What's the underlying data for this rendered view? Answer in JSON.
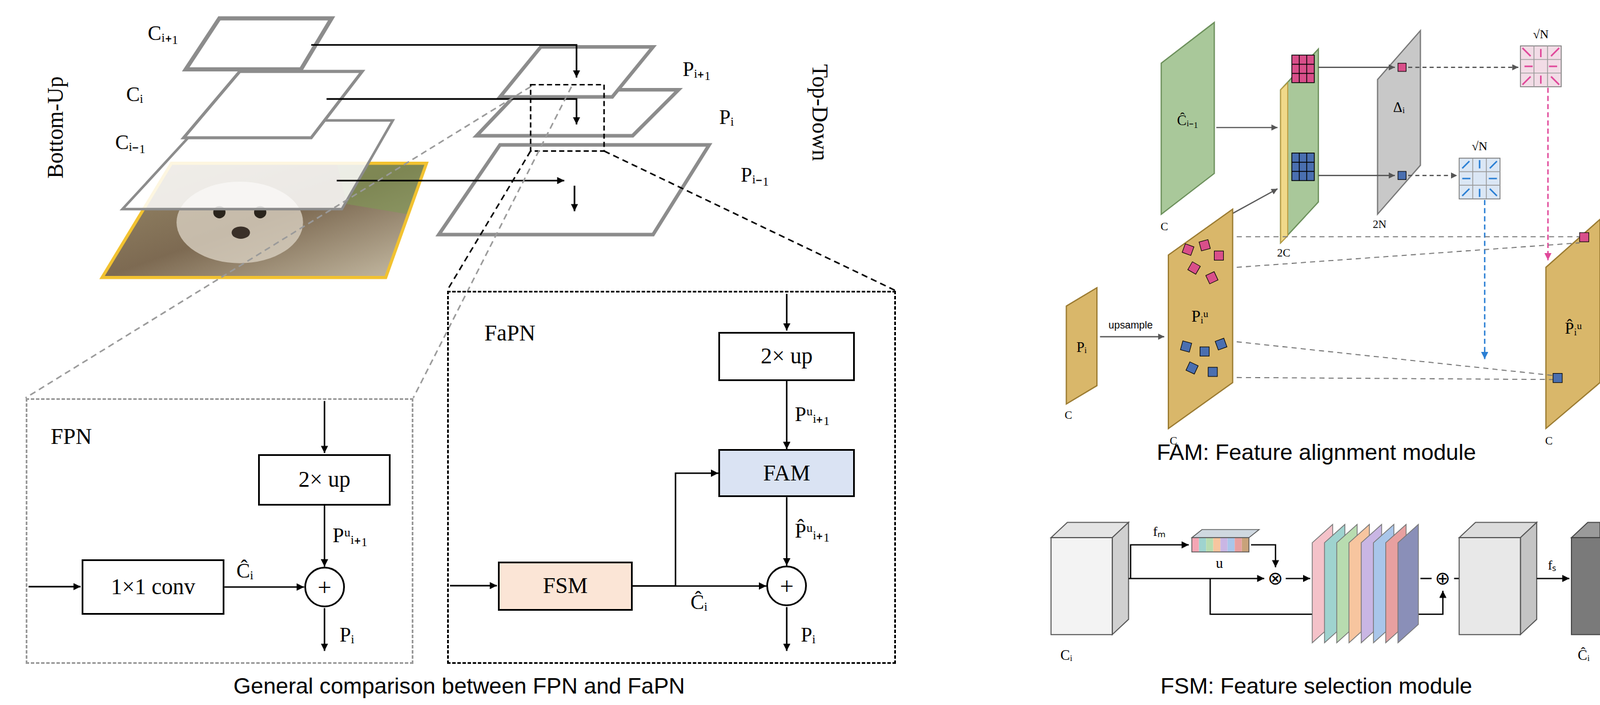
{
  "diagram": {
    "nodes": [
      {
        "text": [
          "FPN"
        ]
      },
      {
        "text": [
          "2× up"
        ],
        "in": 0
      },
      {
        "text": [
          "1×1 conv"
        ],
        "in": 0
      },
      {
        "text": [
          "+"
        ],
        "in": 0
      },
      {
        "text": [
          "FaPN"
        ]
      },
      {
        "text": [
          "2× up"
        ],
        "in": 4
      },
      {
        "text": [
          "FAM"
        ],
        "in": 4
      },
      {
        "text": [
          "FSM"
        ],
        "in": 4
      },
      {
        "text": [
          "+"
        ],
        "in": 4
      }
    ],
    "edges": [
      {
        "from": 1,
        "to": 3,
        "arrow": "to",
        "label": "Pᵘᵢ₊₁"
      },
      {
        "from": 2,
        "to": 3,
        "arrow": "to",
        "label": "Ĉᵢ"
      },
      {
        "from": 5,
        "to": 6,
        "arrow": "to",
        "label": "Pᵘᵢ₊₁"
      },
      {
        "from": 7,
        "to": 6,
        "arrow": "to"
      },
      {
        "from": 6,
        "to": 8,
        "arrow": "to",
        "label": "P̂ᵘᵢ₊₁"
      },
      {
        "from": 7,
        "to": 8,
        "arrow": "to",
        "label": "Ĉᵢ"
      }
    ],
    "labels": [
      "Bottom-Up",
      "Cᵢ₊₁",
      "Cᵢ",
      "Cᵢ₋₁",
      "Pᵢ₊₁",
      "Pᵢ",
      "Pᵢ₋₁",
      "Top-Down",
      "Pᵢ",
      "Pᵢ",
      "General comparison between FPN and FaPN",
      "Ĉᵢ₋₁",
      "C",
      "2C",
      "Δᵢ",
      "2N",
      "√N",
      "√N",
      "Pᵢ",
      "upsample",
      "C",
      "Pᵢᵘ",
      "C",
      "P̂ᵢᵘ",
      "C",
      "FAM: Feature alignment module",
      "fₘ",
      "u",
      "⊗",
      "⊕",
      "fₛ",
      "Cᵢ",
      "Ĉᵢ",
      "FSM: Feature selection module"
    ]
  }
}
